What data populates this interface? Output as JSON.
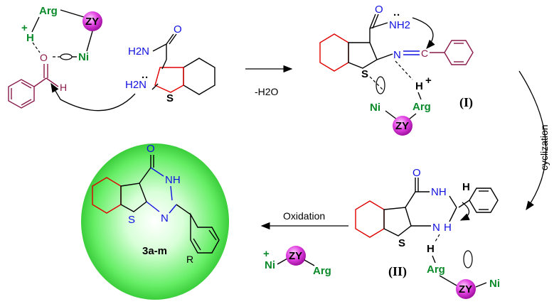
{
  "labels": {
    "arg": "Arg",
    "zy": "ZY",
    "ni": "Ni",
    "h": "H",
    "plus": "+",
    "o": "O",
    "nh2_left": "H2N",
    "nh2_amine": "H2N",
    "s": "S",
    "nh2_amide": "NH2",
    "n": "N",
    "c": "C",
    "nh": "NH",
    "r": "R",
    "o_product": "O"
  },
  "steps": {
    "minus_water": "-H2O",
    "cyclization": "cyclization",
    "oxidation": "Oxidation"
  },
  "intermediates": {
    "first": "(I)",
    "second": "(II)"
  },
  "product": {
    "code": "3a-m"
  },
  "colors": {
    "green": "#0a8a2a",
    "blue": "#1010e0",
    "red": "#e00000",
    "maroon": "#8a1a4a",
    "zy_sphere": "#e040e0",
    "product_glow": "#44dd44"
  }
}
